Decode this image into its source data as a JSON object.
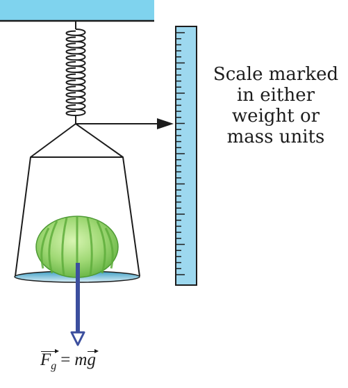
{
  "scale_label": {
    "lines": [
      "Scale marked",
      "in either",
      "weight or",
      "mass units"
    ]
  },
  "formula": {
    "force_symbol": "F",
    "force_subscript": "g",
    "equals": "=",
    "mass_symbol": "m",
    "gravity_symbol": "g"
  },
  "colors": {
    "ceiling": "#7fd3ee",
    "scale_fill": "#9dd8ef",
    "force_arrow": "#3c4f9e",
    "cabbage_light": "#c6ec9c",
    "cabbage_dark": "#5fae3c",
    "pan_rim": "#4aa7c8",
    "outline": "#1c1c1c"
  },
  "icons": [
    "spring-icon",
    "cabbage-icon",
    "pointer-arrow-icon",
    "force-arrow-icon"
  ]
}
